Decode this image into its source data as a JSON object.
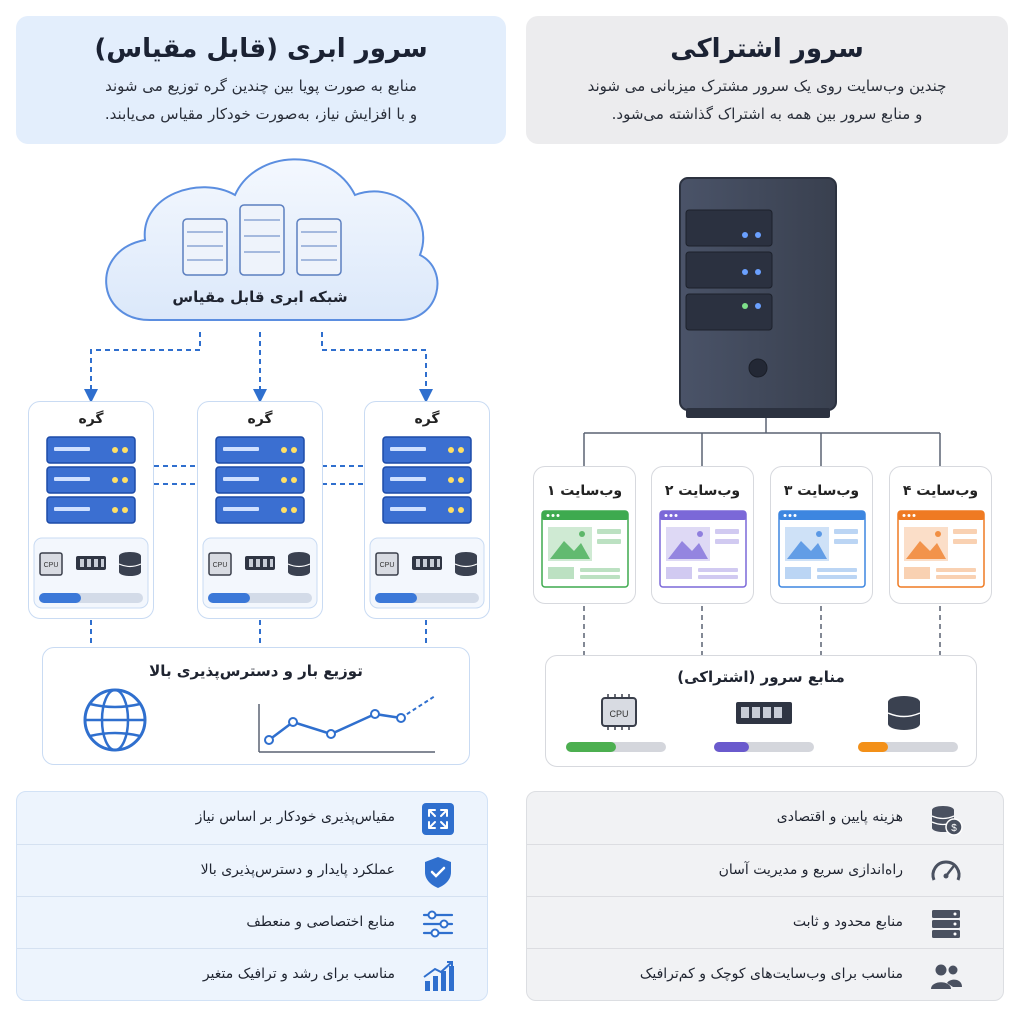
{
  "cloud": {
    "title": "سرور ابری (قابل مقیاس)",
    "desc_line1": "منابع به صورت پویا بین چندین گره توزیع می شوند",
    "desc_line2": "و با افزایش نیاز، به‌صورت خودکار مقیاس می‌یابند.",
    "network_label": "شبکه ابری قابل مقیاس",
    "nodes": [
      {
        "label": "گره",
        "cpu": "CPU",
        "load": 0.4
      },
      {
        "label": "گره",
        "cpu": "CPU",
        "load": 0.4
      },
      {
        "label": "گره",
        "cpu": "CPU",
        "load": 0.4
      }
    ],
    "balance_label": "توزیع بار و دسترس‌پذیری بالا",
    "features": [
      {
        "text": "مقیاس‌پذیری خودکار بر اساس نیاز",
        "icon": "expand-arrows-icon"
      },
      {
        "text": "عملکرد پایدار و دسترس‌پذیری بالا",
        "icon": "shield-check-icon"
      },
      {
        "text": "منابع اختصاصی و منعطف",
        "icon": "sliders-icon"
      },
      {
        "text": "مناسب برای رشد و ترافیک متغیر",
        "icon": "growth-chart-icon"
      }
    ]
  },
  "shared": {
    "title": "سرور اشتراکی",
    "desc_line1": "چندین وب‌سایت روی یک سرور مشترک میزبانی می شوند",
    "desc_line2": "و منابع سرور بین همه به اشتراک گذاشته می‌شود.",
    "websites": [
      {
        "label": "وب‌سایت ۱",
        "color": "#3eaa4f"
      },
      {
        "label": "وب‌سایت ۲",
        "color": "#7b68d8"
      },
      {
        "label": "وب‌سایت ۳",
        "color": "#3d86e0"
      },
      {
        "label": "وب‌سایت ۴",
        "color": "#ef7a22"
      }
    ],
    "resources_label": "منابع سرور (اشتراکی)",
    "cpu": "CPU",
    "resources": [
      {
        "name": "cpu",
        "color": "#4caf50",
        "level": 0.5
      },
      {
        "name": "ram",
        "color": "#6a5acd",
        "level": 0.35
      },
      {
        "name": "storage",
        "color": "#f39018",
        "level": 0.3
      }
    ],
    "features": [
      {
        "text": "هزینه پایین و اقتصادی",
        "icon": "coins-icon"
      },
      {
        "text": "راه‌اندازی سریع و مدیریت آسان",
        "icon": "gauge-icon"
      },
      {
        "text": "منابع محدود و ثابت",
        "icon": "server-stack-icon"
      },
      {
        "text": "مناسب برای وب‌سایت‌های کوچک و کم‌ترافیک",
        "icon": "users-icon"
      }
    ]
  }
}
